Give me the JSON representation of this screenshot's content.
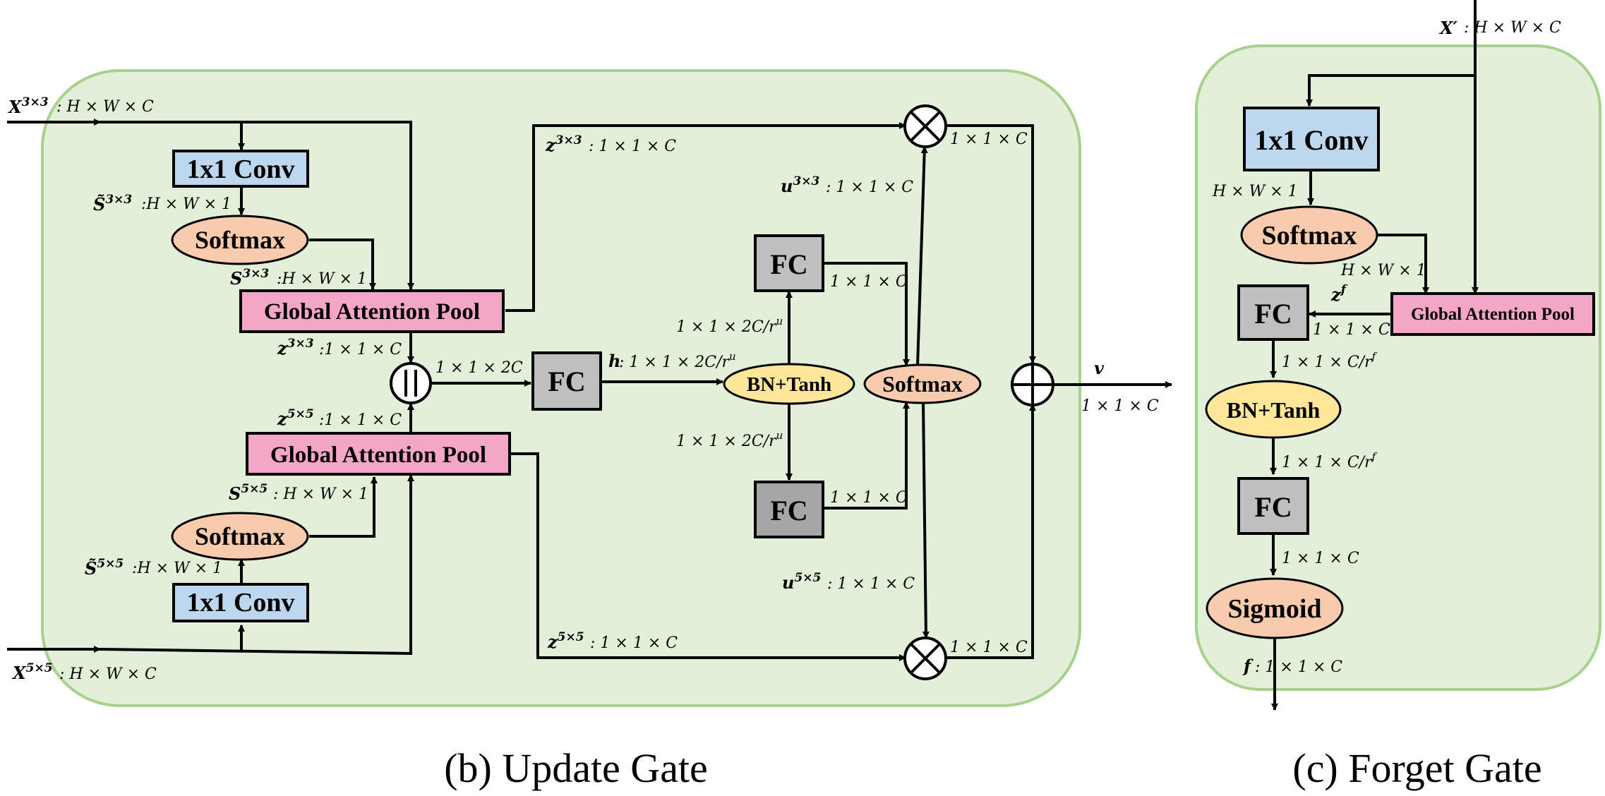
{
  "blocks": {
    "conv": "1x1 Conv",
    "softmax": "Softmax",
    "gap": "Global Attention Pool",
    "fc": "FC",
    "bn_tanh": "BN+Tanh",
    "sigmoid": "Sigmoid",
    "concat": "||"
  },
  "update_gate": {
    "caption": "(b) Update Gate",
    "x3": "X",
    "x3_sup": "3×3",
    "x3_dim": ": H × W × C",
    "s3t": "S̃",
    "s3t_sup": "3×3",
    "s3t_dim": ":H × W × 1",
    "s3": "S",
    "s3_sup": "3×3",
    "s3_dim": ":H × W × 1",
    "z3a": "z",
    "z3a_sup": "3×3",
    "z3a_dim": ":1 × 1 × C",
    "z3b": "z",
    "z3b_sup": "3×3",
    "z3b_dim": ":  1 × 1 × C",
    "concat_dim": "1 × 1 × 2C",
    "z5a": "z",
    "z5a_sup": "5×5",
    "z5a_dim": ":1 × 1 × C",
    "s5": "S",
    "s5_sup": "5×5",
    "s5_dim": ": H × W × 1",
    "s5t": "S̃",
    "s5t_sup": "5×5",
    "s5t_dim": ":H × W × 1",
    "x5": "X",
    "x5_sup": "5×5",
    "x5_dim": ": H × W × C",
    "z5b": "z",
    "z5b_sup": "5×5",
    "z5b_dim": ":  1 × 1 × C",
    "h": "h",
    "h_dim": ": 1 × 1 × 2C/r",
    "h_sup": "u",
    "fc_up_in": "1 × 1 × 2C/r",
    "fc_up_in_sup": "u",
    "fc_up_out": "1 × 1 × C",
    "fc_dn_in": "1 × 1 × 2C/r",
    "fc_dn_in_sup": "u",
    "fc_dn_out": "1 × 1 × C",
    "u3": "u",
    "u3_sup": "3×3",
    "u3_dim": ": 1 × 1 ×  C",
    "u5": "u",
    "u5_sup": "5×5",
    "u5_dim": ": 1 × 1 ×  C",
    "mul_top_dim": "1 × 1 ×  C",
    "mul_bot_dim": "1 × 1 ×  C",
    "v": "v",
    "v_dim": "1 × 1 ×  C"
  },
  "forget_gate": {
    "caption": "(c) Forget Gate",
    "xp": "X′",
    "xp_dim": ":  H × W × C",
    "conv_out": "H × W × 1",
    "soft_out": "H × W × 1",
    "zf": "z",
    "zf_sup": "f",
    "fc1_in": "1 × 1 × C",
    "fc1_out": "1 × 1 × C/r",
    "fc1_out_sup": "f",
    "bn_out": "1 × 1 × C/r",
    "bn_out_sup": "f",
    "fc2_out": "1 × 1 × C",
    "f": "f",
    "f_dim": ":  1 × 1 × C"
  },
  "colors": {
    "panel_fill": "#e2efd9",
    "panel_stroke": "#a9d18e",
    "conv": "#bdd7ee",
    "softmax": "#f8cbad",
    "gap": "#f4a6c6",
    "fc": "#bfbfbf",
    "fc_dark": "#a6a6a6",
    "bn": "#ffe699"
  }
}
